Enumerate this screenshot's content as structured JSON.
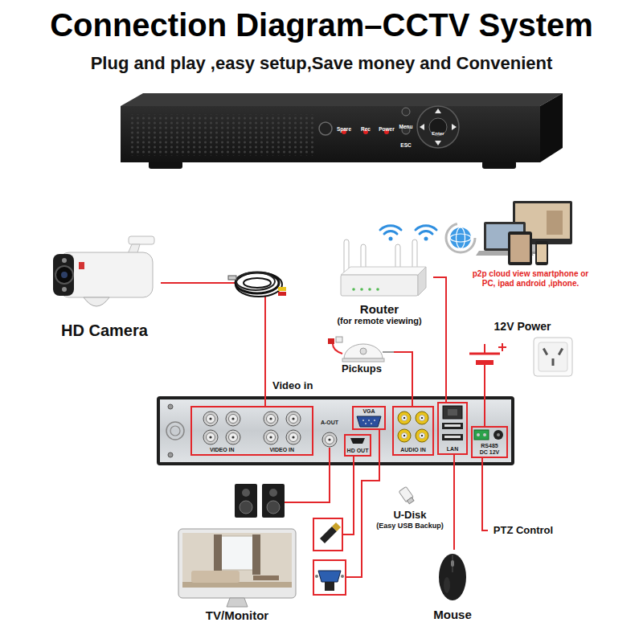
{
  "diagram": {
    "title": "Connection Diagram–CCTV System",
    "nodes": [
      {
        "text": [
          "Router",
          "(for remote viewing)"
        ]
      },
      {
        "text": [
          "HD Camera"
        ]
      },
      {
        "text": [
          "Pickups"
        ]
      },
      {
        "text": [
          "12V Power"
        ]
      },
      {
        "text": [
          "A-OUT"
        ]
      },
      {
        "text": [
          "VIDEO IN",
          "VIDEO IN"
        ],
        "in": 4
      },
      {
        "text": [
          "VGA"
        ],
        "in": 4
      },
      {
        "text": [
          "HD OUT"
        ],
        "in": 4
      },
      {
        "text": [
          "AUDIO IN"
        ],
        "in": 4
      },
      {
        "text": [
          "LAN"
        ],
        "in": 4
      },
      {
        "text": [
          "RS485",
          "DC 12V"
        ],
        "in": 4
      },
      {
        "text": [
          "TV/Monitor"
        ]
      },
      {
        "text": [
          "U-Disk",
          "(Easy USB Backup)"
        ]
      },
      {
        "text": [
          "Mouse"
        ]
      },
      {
        "text": [
          "PTZ Control"
        ]
      }
    ],
    "edges": [
      {
        "from": 1,
        "to": 5,
        "label": "Video in",
        "arrow": "none"
      },
      {
        "from": 0,
        "to": 9,
        "arrow": "none"
      },
      {
        "from": 2,
        "to": 8,
        "arrow": "none"
      },
      {
        "from": 3,
        "to": 10,
        "arrow": "none"
      },
      {
        "from": 9,
        "to": 13,
        "arrow": "none"
      },
      {
        "from": 10,
        "to": 14,
        "arrow": "none"
      }
    ],
    "labels": [
      "Plug and play ,easy setup,Save money and Convenient",
      "Spare",
      "Rec",
      "Power",
      "Menu",
      "ESC",
      "Enter",
      "p2p cloud view smartphone or PC, ipad android ,iphone."
    ]
  }
}
